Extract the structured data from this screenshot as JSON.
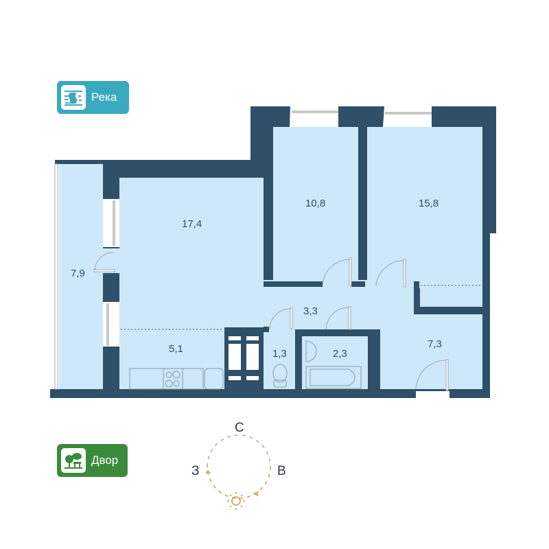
{
  "badges": {
    "river": {
      "label": "Река",
      "icon": "river-icon",
      "color": "#3aa9bf"
    },
    "yard": {
      "label": "Двор",
      "icon": "tree-bench-icon",
      "color": "#3b8a3c"
    }
  },
  "colors": {
    "wall": "#2f5068",
    "floor": "#cde8f8",
    "fixture_stroke": "#8a9aa6",
    "sun": "#c89a52",
    "compass_dash": "#9fb0b8"
  },
  "rooms": [
    {
      "id": "balcony",
      "area": "7,9"
    },
    {
      "id": "living",
      "area": "17,4"
    },
    {
      "id": "bedroom-1",
      "area": "10,8"
    },
    {
      "id": "bedroom-2",
      "area": "15,8"
    },
    {
      "id": "hall",
      "area": "3,3"
    },
    {
      "id": "kitchen",
      "area": "5,1"
    },
    {
      "id": "toilet",
      "area": "1,3"
    },
    {
      "id": "bathroom",
      "area": "2,3"
    },
    {
      "id": "entrance",
      "area": "7,3"
    }
  ],
  "compass": {
    "north": "С",
    "east": "В",
    "west": "З"
  }
}
